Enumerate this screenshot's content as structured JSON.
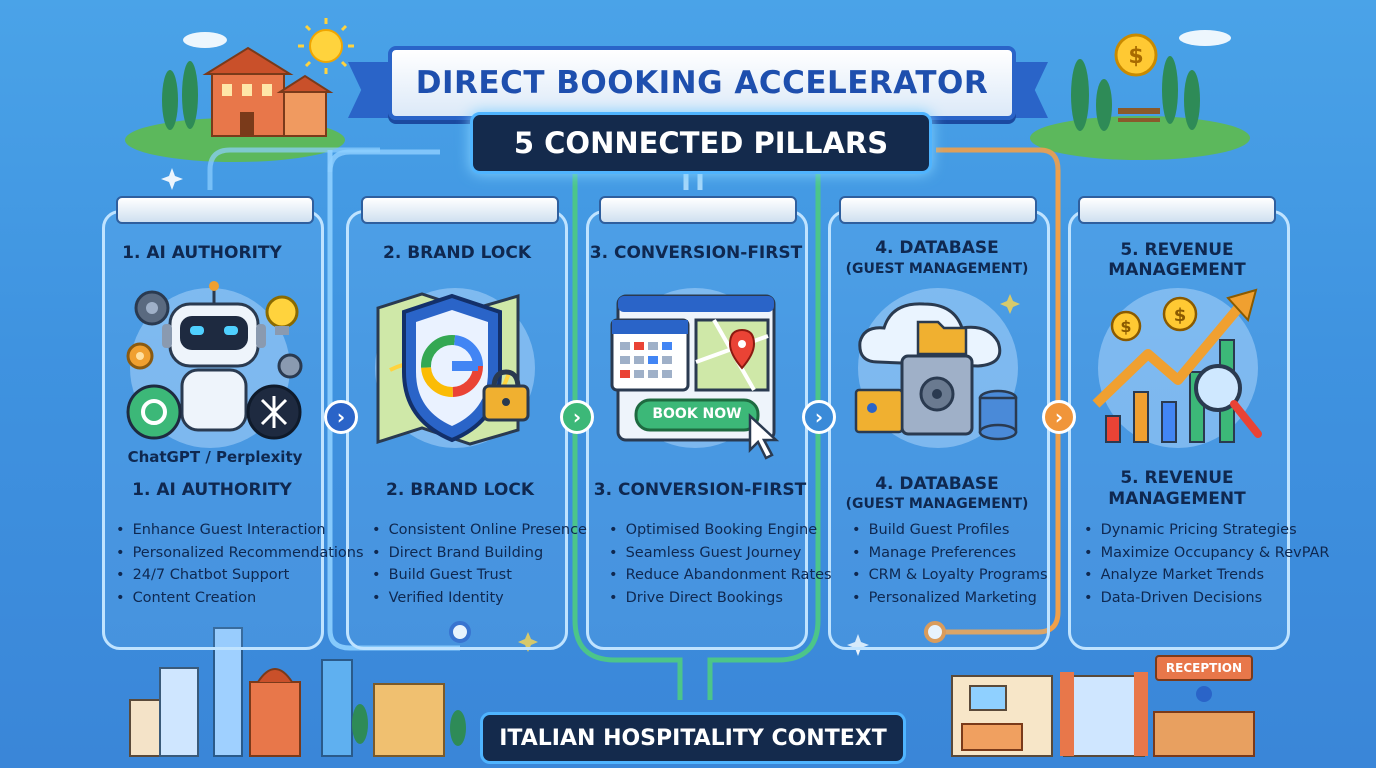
{
  "header": {
    "title": "DIRECT BOOKING ACCELERATOR",
    "subtitle": "5 CONNECTED PILLARS"
  },
  "pillars": [
    {
      "top_title": "1. AI AUTHORITY",
      "caption": "ChatGPT / Perplexity",
      "title_line1": "1. AI AUTHORITY",
      "title_line2": "",
      "bullets": [
        "Enhance Guest Interaction",
        "Personalized Recommendations",
        "24/7 Chatbot Support",
        "Content Creation"
      ]
    },
    {
      "top_title": "2. BRAND LOCK",
      "title_line1": "2. BRAND LOCK",
      "title_line2": "",
      "bullets": [
        "Consistent Online Presence",
        "Direct Brand Building",
        "Build Guest Trust",
        "Verified Identity"
      ]
    },
    {
      "top_title": "3. CONVERSION-FIRST",
      "book_now": "BOOK NOW",
      "title_line1": "3. CONVERSION-FIRST",
      "title_line2": "",
      "bullets": [
        "Optimised Booking Engine",
        "Seamless Guest Journey",
        "Reduce Abandonment Rates",
        "Drive Direct Bookings"
      ]
    },
    {
      "top_title": "4. DATABASE",
      "top_title_2": "(GUEST MANAGEMENT)",
      "title_line1": "4. DATABASE",
      "title_line2": "(GUEST MANAGEMENT)",
      "bullets": [
        "Build Guest Profiles",
        "Manage Preferences",
        "CRM & Loyalty Programs",
        "Personalized Marketing"
      ]
    },
    {
      "top_title": "5. REVENUE",
      "top_title_2": "MANAGEMENT",
      "title_line1": "5. REVENUE",
      "title_line2": "MANAGEMENT",
      "bullets": [
        "Dynamic Pricing Strategies",
        "Maximize Occupancy & RevPAR",
        "Analyze Market Trends",
        "Data-Driven Decisions"
      ]
    }
  ],
  "footer": {
    "label": "ITALIAN HOSPITALITY CONTEXT"
  },
  "reception": "RECEPTION",
  "colors": {
    "accent_blue": "#2a64c8",
    "navy": "#142a4c",
    "green": "#3cb878",
    "orange": "#f0953a",
    "glow": "#4fb4ff"
  },
  "icons": [
    "robot-icon",
    "gear-icon",
    "lightbulb-icon",
    "openai-icon",
    "perplexity-icon",
    "shield-icon",
    "google-g-icon",
    "padlock-icon",
    "map-icon",
    "calendar-icon",
    "location-pin-icon",
    "cursor-icon",
    "cloud-icon",
    "folder-icon",
    "safe-icon",
    "database-icon",
    "coin-icon",
    "growth-arrow-icon",
    "magnifier-icon",
    "sun-icon",
    "arrow-right-icon"
  ]
}
